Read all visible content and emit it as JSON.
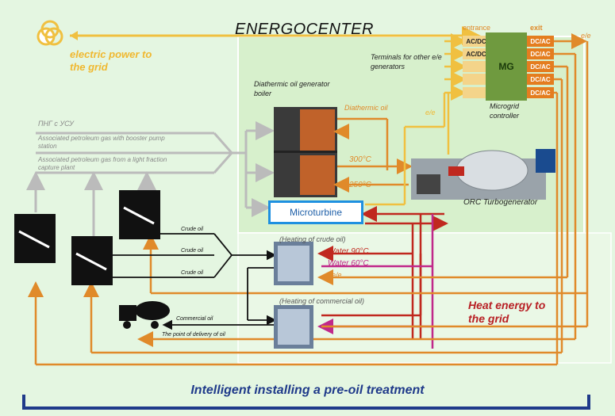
{
  "title": "ENERGOCENTER",
  "power_label": "electric power to the grid",
  "mg": {
    "label": "MG",
    "entrance_label": "entrance",
    "exit_label": "exit",
    "entrance_units": [
      "AC/DC",
      "AC/DC",
      "",
      "",
      ""
    ],
    "exit_units": [
      "DC/AC",
      "DC/AC",
      "DC/AC",
      "DC/AC",
      "DC/AC"
    ],
    "controller_label": "Microgrid controller"
  },
  "terminals_label": "Terminals for other e/e generators",
  "ee_short": "e/e",
  "boiler_label": "Diathermic oil generator boiler",
  "diathermic_oil_label": "Diathermic oil",
  "temp_300": "300",
  "temp_250": "250",
  "temp_unit": "°C",
  "microturbine_label": "Microturbine",
  "orc_label": "ORC Turbogenerator",
  "gas": {
    "header": "ПНГ с УСУ",
    "line1": "Associated petroleum gas with booster pump station",
    "line2": "Associated petroleum gas from a light fraction capture plant"
  },
  "crude_oil_label": "Crude oil",
  "heating_crude_label": "(Heating of crude oil)",
  "heating_commercial_label": "(Heating of commercial oil)",
  "water_90": "Water 90",
  "water_60": "Water 60",
  "commercial_oil_label": "Commercial oil",
  "delivery_label": "The point of delivery of oil",
  "heat_energy_label": "Heat energy to the grid",
  "bottom_caption": "Intelligent installing a pre-oil treatment",
  "colors": {
    "background": "#e4f6e1",
    "electric": "#f0c040",
    "thermal_orange": "#e08a2a",
    "heat_red": "#c0281f",
    "water_magenta": "#c0288a",
    "gas_grey": "#b8b8b8",
    "oil_black": "#111111",
    "accent_blue": "#1e90e0",
    "caption_blue": "#1f3a8a"
  }
}
